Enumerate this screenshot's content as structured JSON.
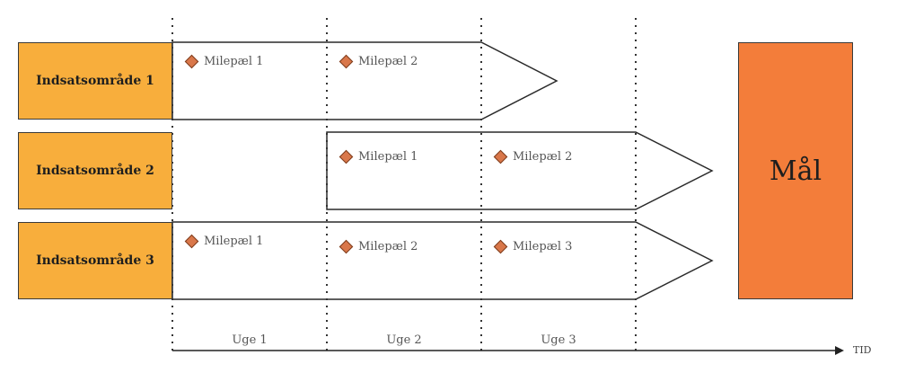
{
  "areas": [
    {
      "label": "Indsatsområde 1",
      "milestones": [
        "Milepæl 1",
        "Milepæl 2"
      ]
    },
    {
      "label": "Indsatsområde 2",
      "milestones": [
        "Milepæl 1",
        "Milepæl 2"
      ]
    },
    {
      "label": "Indsatsområde 3",
      "milestones": [
        "Milepæl 1",
        "Milepæl 2",
        "Milepæl 3"
      ]
    }
  ],
  "goal": "Mål",
  "weeks": [
    "Uge 1",
    "Uge 2",
    "Uge 3"
  ],
  "axis_label": "TID",
  "colors": {
    "area_fill": "#f8ae3c",
    "goal_fill": "#f37d3a",
    "milestone_marker": "#d9774a",
    "outline": "#3a3a3a"
  }
}
